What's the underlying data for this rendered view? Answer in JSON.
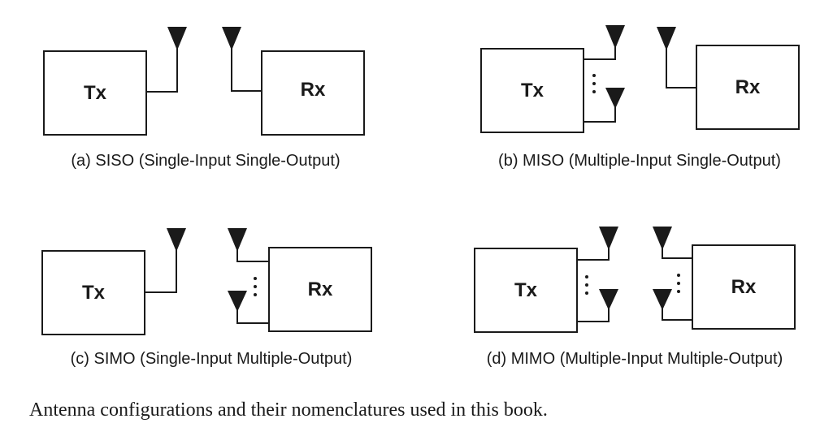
{
  "panels": {
    "siso": {
      "tx": "Tx",
      "rx": "Rx",
      "caption": "(a) SISO (Single-Input Single-Output)"
    },
    "miso": {
      "tx": "Tx",
      "rx": "Rx",
      "caption": "(b) MISO (Multiple-Input Single-Output)"
    },
    "simo": {
      "tx": "Tx",
      "rx": "Rx",
      "caption": "(c) SIMO (Single-Input Multiple-Output)"
    },
    "mimo": {
      "tx": "Tx",
      "rx": "Rx",
      "caption": "(d) MIMO (Multiple-Input Multiple-Output)"
    }
  },
  "figure_caption": "Antenna configurations and their nomenclatures used in this book."
}
